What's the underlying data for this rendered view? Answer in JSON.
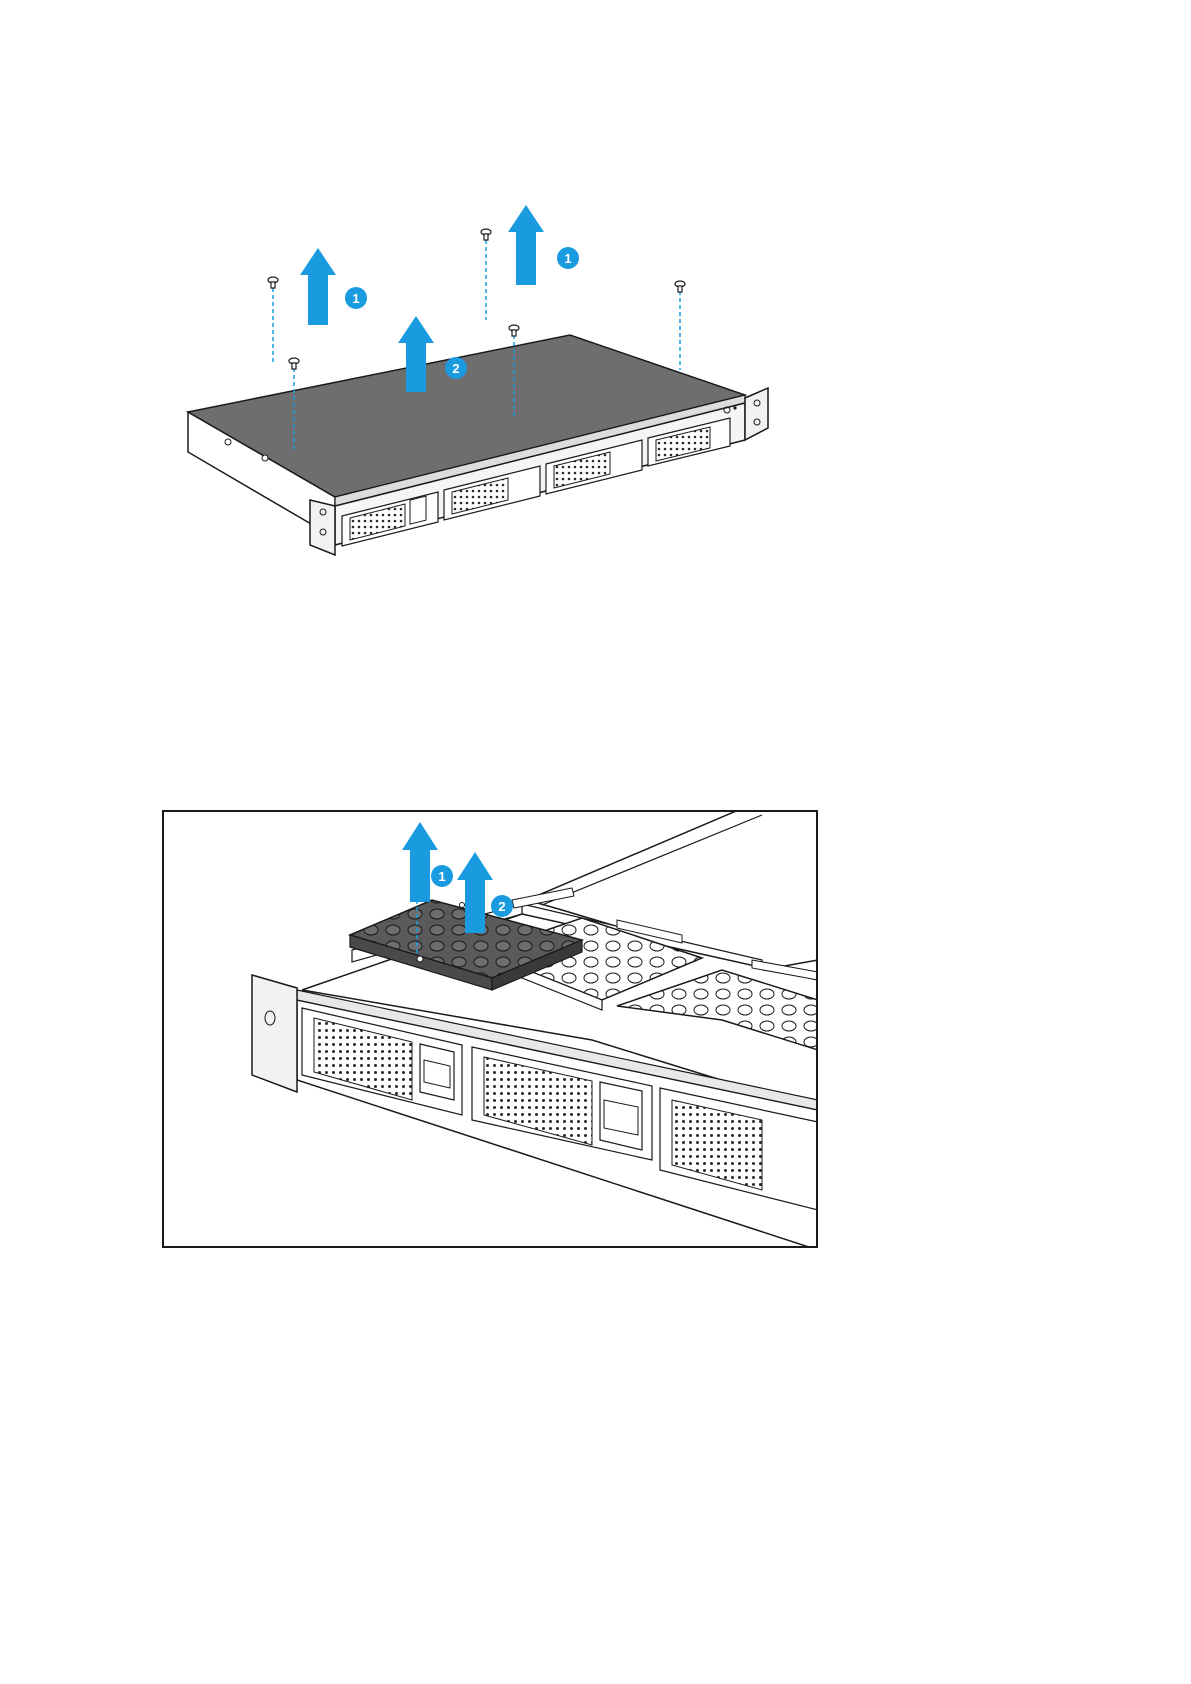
{
  "figures": [
    {
      "steps": [
        {
          "label": "1"
        },
        {
          "label": "1"
        },
        {
          "label": "2"
        }
      ]
    },
    {
      "steps": [
        {
          "label": "1"
        },
        {
          "label": "2"
        }
      ]
    }
  ],
  "colors": {
    "accent": "#1a9be0",
    "chassis_top": "#6e6e6e",
    "line": "#1a1a1a",
    "tray_dark": "#5a5a5a"
  }
}
